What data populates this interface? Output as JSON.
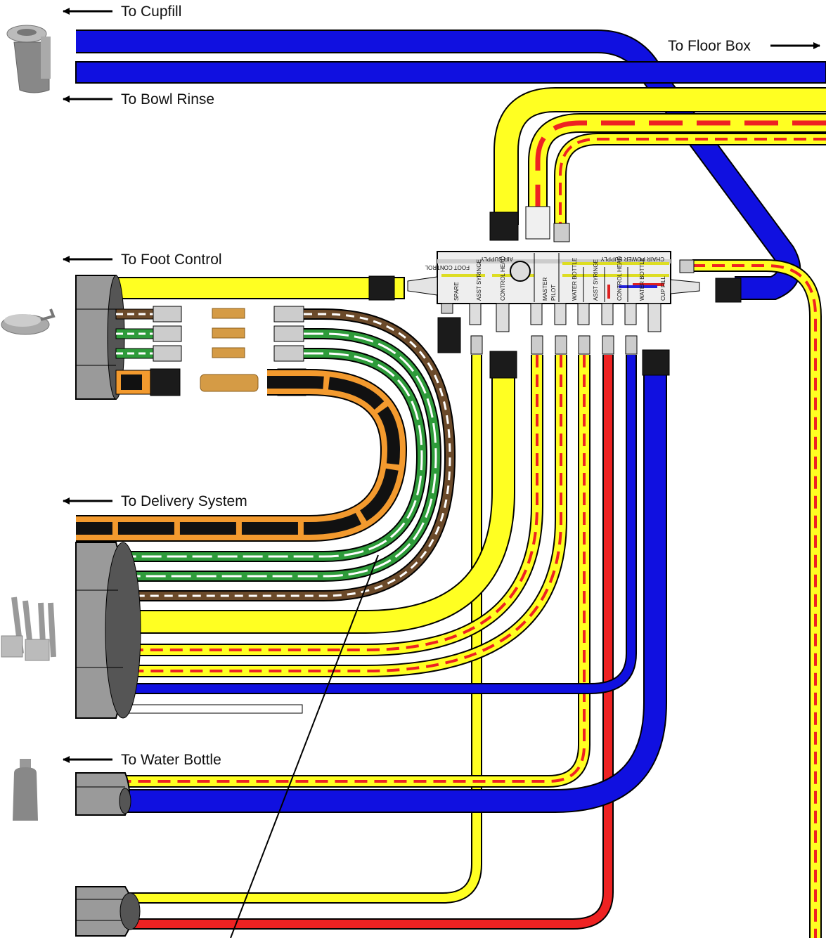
{
  "labels": {
    "cupfill": "To Cupfill",
    "bowl_rinse": "To Bowl Rinse",
    "floor_box": "To Floor Box",
    "foot_control": "To Foot Control",
    "delivery_system": "To Delivery System",
    "water_bottle": "To Water Bottle"
  },
  "manifold": {
    "top_labels": [
      "AIR SUPPLY",
      "FOOT CONTROL",
      "CHAIR POWER SUPPLY"
    ],
    "ports": [
      "SPARE",
      "ASST SYRINGE",
      "CONTROL HEAD",
      "MASTER",
      "PILOT",
      "WATER BOTTLE",
      "ASST SYRINGE",
      "CONTROL HEAD",
      "WATER BOTTLE",
      "CUP FILL"
    ]
  },
  "colors": {
    "water_blue": "#1010e0",
    "air_yellow": "#ffff22",
    "pilot_red": "#ee2222",
    "drain_orange": "#f39a2e",
    "green_line": "#2e9b3a",
    "brown_line": "#6b4a2a",
    "sheath_gray": "#9a9a9a"
  },
  "icons": [
    "cupfill-icon",
    "foot-control-icon",
    "delivery-system-icon",
    "water-bottle-icon"
  ]
}
